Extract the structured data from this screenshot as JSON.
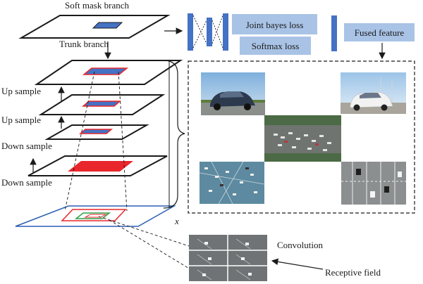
{
  "labels": {
    "soft_mask": "Soft mask branch",
    "trunk": "Trunk branch",
    "up1": "Up sample",
    "up2": "Up sample",
    "down1": "Down sample",
    "down2": "Down sample",
    "x": "x",
    "convolution": "Convolution",
    "receptive": "Receptive field"
  },
  "boxes": {
    "joint_bayes": "Joint bayes loss",
    "softmax": "Softmax loss",
    "fused": "Fused feature"
  },
  "colors": {
    "box_fill": "#a9c3e6",
    "bar_fill": "#4472c4",
    "red": "#e8262b",
    "blue_plane": "#2b5fb5",
    "green": "#2e9e45"
  }
}
